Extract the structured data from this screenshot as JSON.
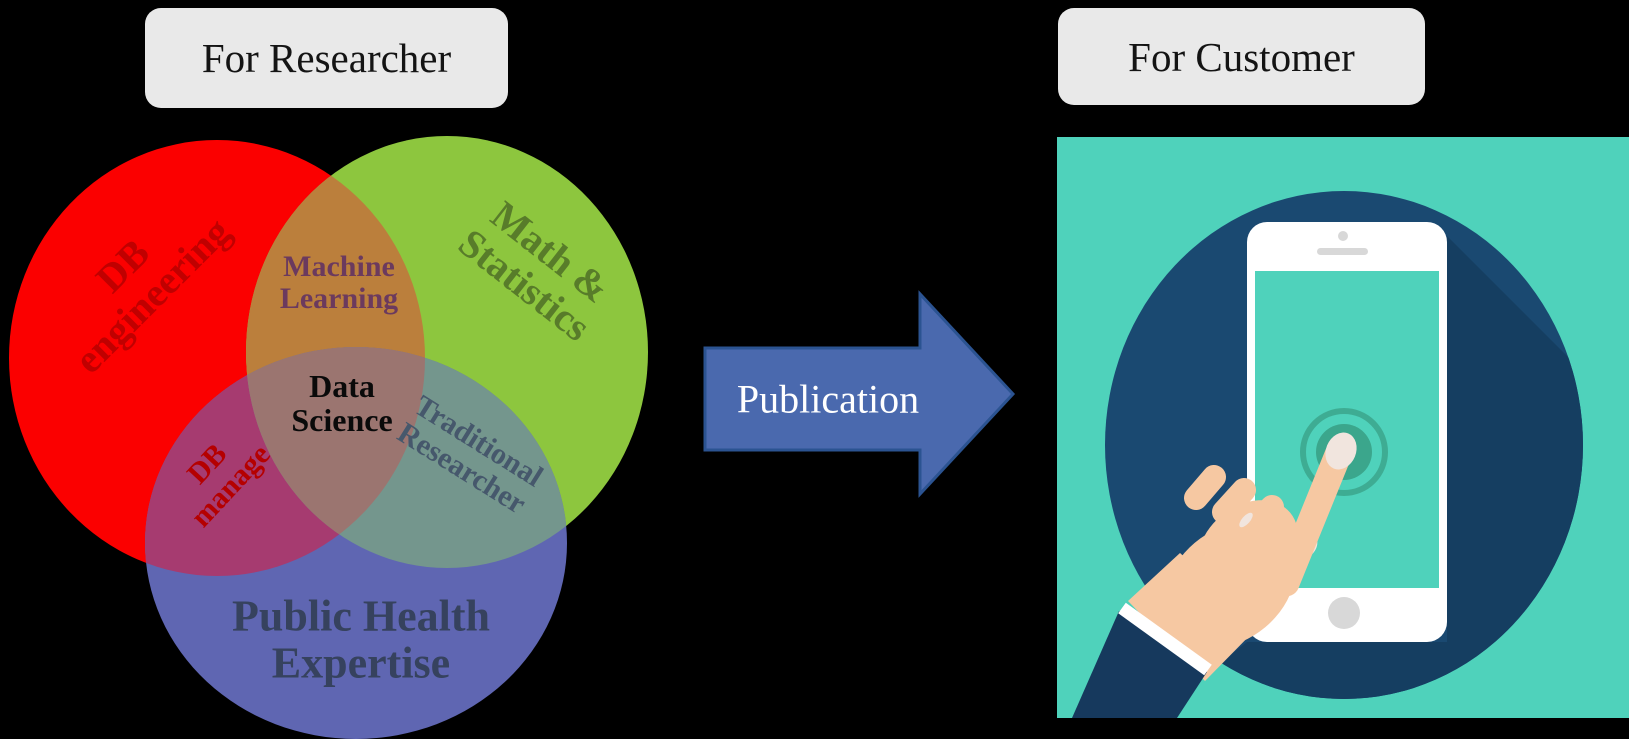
{
  "background": "#000000",
  "header": {
    "researcher": "For Researcher",
    "customer": "For Customer"
  },
  "arrow": {
    "label": "Publication",
    "fill": "#4A69AE",
    "border": "#2B5391",
    "text_color": "#FFFFFF"
  },
  "venn": {
    "sets": [
      {
        "id": "db-engineering",
        "lines": [
          "DB",
          "engineering"
        ],
        "fill": "#FB0000",
        "text_color": "#C00000"
      },
      {
        "id": "math-statistics",
        "lines": [
          "Math &",
          "Statistics"
        ],
        "fill": "#8DC63E",
        "text_color": "#587C2A"
      },
      {
        "id": "public-health-expertise",
        "lines": [
          "Public Health",
          "Expertise"
        ],
        "fill": "#5F66B2",
        "text_color": "#36425E"
      }
    ],
    "intersections": [
      {
        "id": "machine-learning",
        "between": [
          "db-engineering",
          "math-statistics"
        ],
        "lines": [
          "Machine",
          "Learning"
        ],
        "fill": "#BB7F3C",
        "text_color": "#6B3A5E"
      },
      {
        "id": "db-manage",
        "between": [
          "db-engineering",
          "public-health-expertise"
        ],
        "lines": [
          "DB",
          "manage"
        ],
        "fill": "#A63B70",
        "text_color": "#B50000"
      },
      {
        "id": "traditional-researcher",
        "between": [
          "math-statistics",
          "public-health-expertise"
        ],
        "lines": [
          "Traditional",
          "Researcher"
        ],
        "fill": "#74968D",
        "text_color": "#46586C"
      },
      {
        "id": "data-science",
        "between": [
          "db-engineering",
          "math-statistics",
          "public-health-expertise"
        ],
        "lines": [
          "Data",
          "Science"
        ],
        "fill": "#9B7570",
        "text_color": "#000000"
      }
    ]
  },
  "illustration": {
    "background": "#4FD2BB",
    "circle": "#1A4971",
    "shadow": "#153E61",
    "phone_body": "#FFFFFF",
    "screen": "#4FD2BB",
    "detail_gray": "#D8D8D8",
    "ripple": "#3AA389",
    "skin": "#F6C8A2",
    "nail": "#F1E5DE",
    "sleeve": "#16395D",
    "cuff": "#FFFFFF"
  }
}
